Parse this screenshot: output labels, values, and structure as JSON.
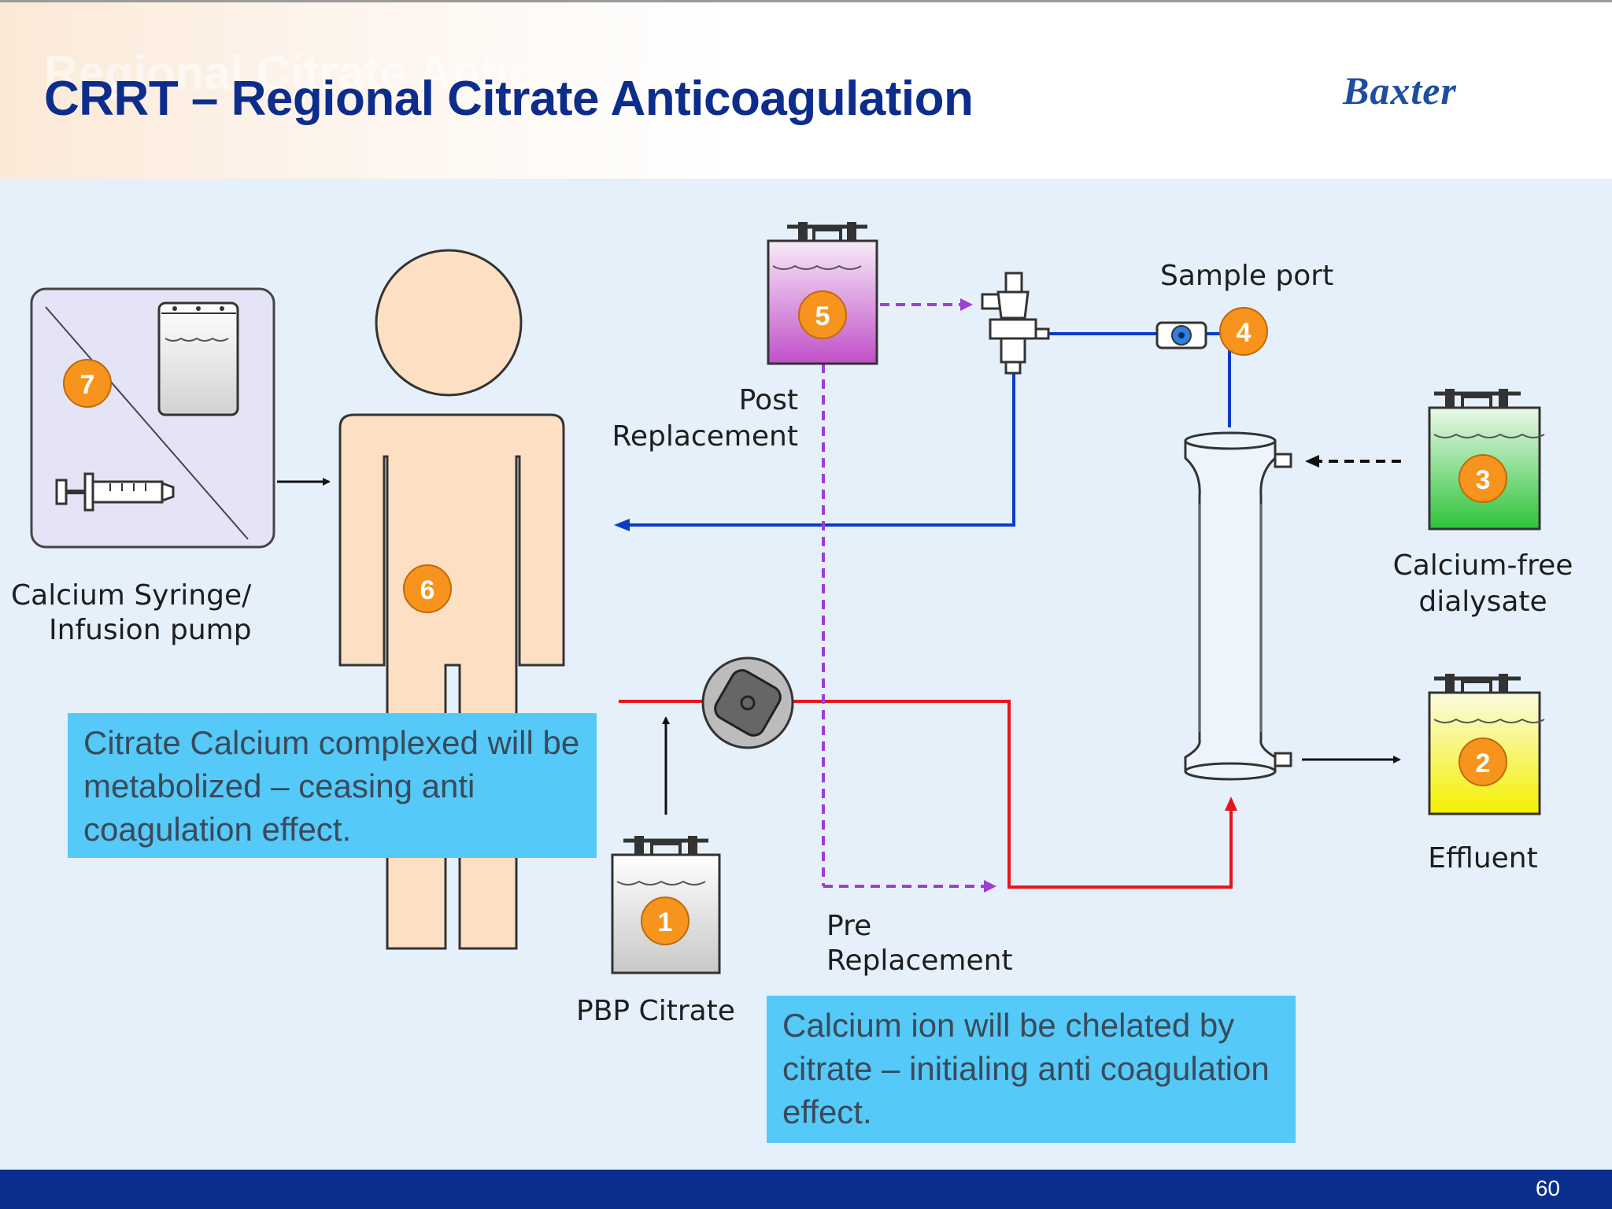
{
  "header": {
    "ghost_title": "Regional Citrate Anticoagulation",
    "title": "CRRT – Regional Citrate Anticoagulation",
    "logo": "Baxter"
  },
  "labels": {
    "sample_port": "Sample port",
    "post_replacement_1": "Post",
    "post_replacement_2": "Replacement",
    "calcium_syringe_1": "Calcium Syringe/",
    "calcium_syringe_2": "Infusion pump",
    "calcium_free_1": "Calcium-free",
    "calcium_free_2": "dialysate",
    "effluent": "Effluent",
    "pre_replacement_1": "Pre",
    "pre_replacement_2": "Replacement",
    "pbp_citrate": "PBP Citrate"
  },
  "badges": {
    "b1": "1",
    "b2": "2",
    "b3": "3",
    "b4": "4",
    "b5": "5",
    "b6": "6",
    "b7": "7"
  },
  "callouts": {
    "left": "Citrate Calcium complexed will be metabolized – ceasing anti coagulation effect.",
    "bottom": "Calcium ion will be chelated by citrate – initialing anti coagulation effect."
  },
  "footer": {
    "page_number": "60"
  },
  "colors": {
    "title": "#0d2d8c",
    "badge": "#f7941d",
    "blood_return": "#0a3cc8",
    "blood_access": "#e8141b",
    "replacement_dashed": "#9b3fd6",
    "callout_bg": "#55c9f8",
    "footer_bar": "#0b2f8e",
    "body_skin": "#fde0c4"
  }
}
